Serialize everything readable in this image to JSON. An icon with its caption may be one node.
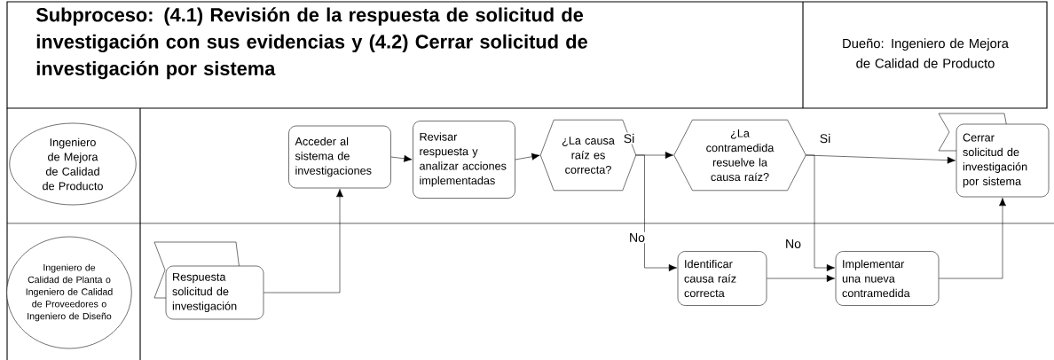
{
  "diagram": {
    "title": "Subproceso: (4.1) Revisión de la respuesta de solicitud de investigación con sus evidencias y (4.2) Cerrar solicitud de investigación por sistema",
    "nodes": [
      {
        "text": [
          "Ingeniero de Mejora de Calidad de Producto"
        ]
      },
      {
        "text": [
          "Ingeniero de Calidad de Planta o Ingeniero de Calidad de Proveedores o Ingeniero de Diseño"
        ]
      },
      {
        "text": [
          "Respuesta solicitud de investigación"
        ]
      },
      {
        "text": [
          "Acceder al sistema de investigaciones"
        ]
      },
      {
        "text": [
          "Revisar respuesta y analizar acciones implementadas"
        ]
      },
      {
        "text": [
          "¿La causa raíz es correcta?"
        ]
      },
      {
        "text": [
          "¿La contramedida resuelve la causa raíz?"
        ]
      },
      {
        "text": [
          "Cerrar solicitud de investigación por sistema"
        ]
      },
      {
        "text": [
          "Identificar causa raíz correcta"
        ]
      },
      {
        "text": [
          "Implementar una nueva contramedida"
        ]
      }
    ],
    "edges": [
      {
        "from": 2,
        "to": 3,
        "arrow": "to"
      },
      {
        "from": 3,
        "to": 4,
        "arrow": "to"
      },
      {
        "from": 4,
        "to": 5,
        "arrow": "to"
      },
      {
        "from": 5,
        "to": 6,
        "arrow": "to",
        "label": "Si"
      },
      {
        "from": 5,
        "to": 8,
        "arrow": "to",
        "label": "No"
      },
      {
        "from": 6,
        "to": 7,
        "arrow": "to",
        "label": "Si"
      },
      {
        "from": 6,
        "to": 9,
        "arrow": "to",
        "label": "No"
      },
      {
        "from": 8,
        "to": 9,
        "arrow": "to"
      },
      {
        "from": 9,
        "to": 7,
        "arrow": "to"
      }
    ],
    "labels": [
      "Dueño: Ingeniero de Mejora de Calidad de Producto"
    ]
  }
}
